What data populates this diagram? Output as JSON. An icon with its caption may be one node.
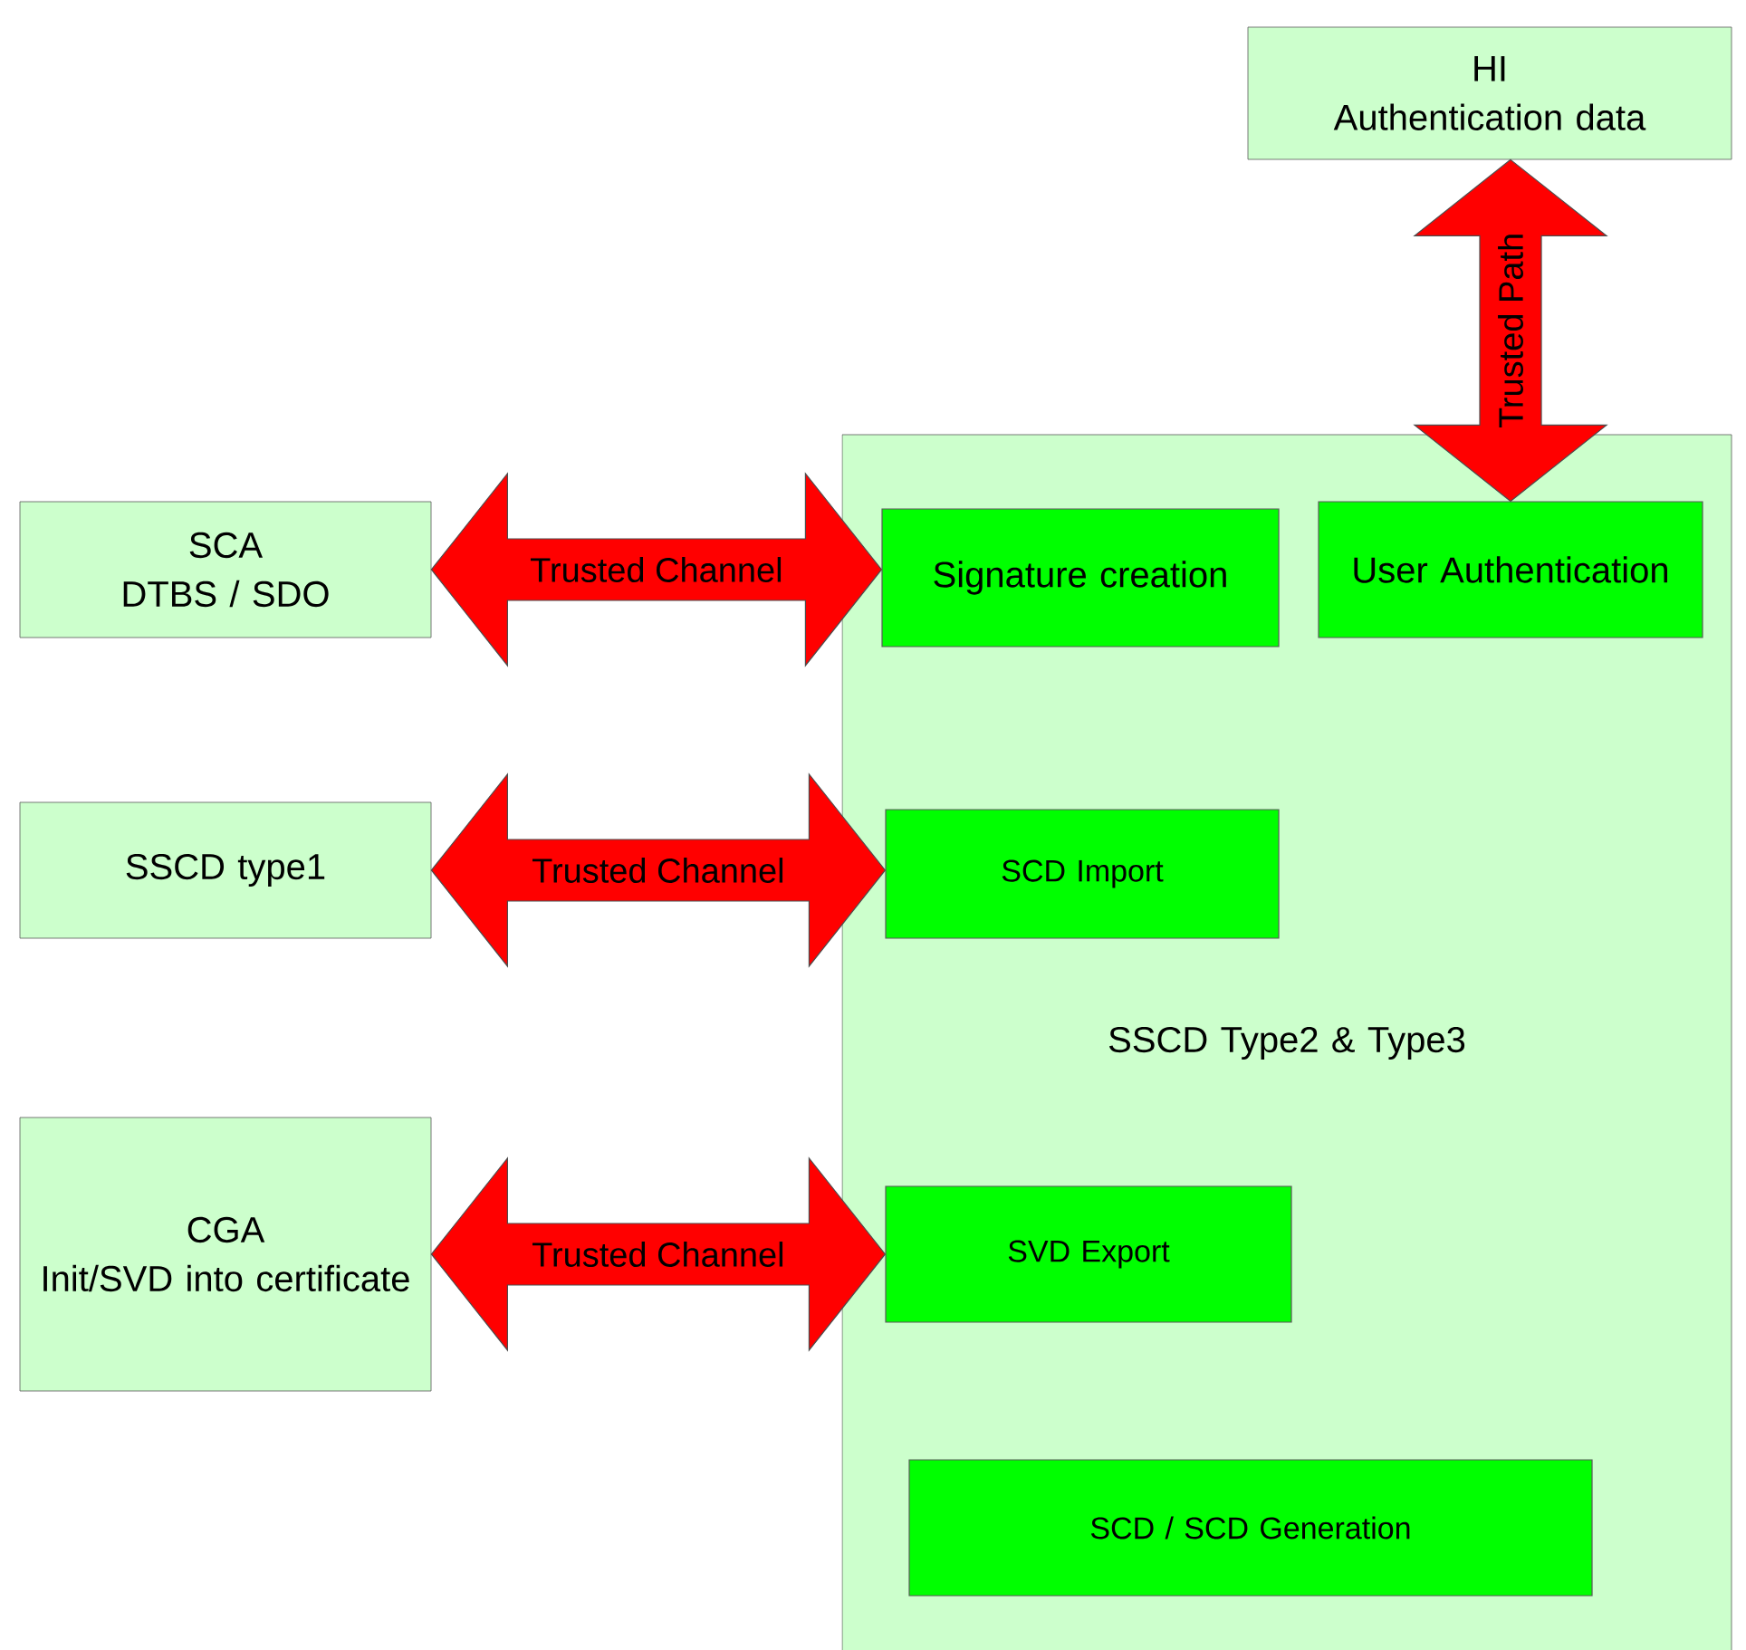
{
  "diagram": {
    "nodes": [
      {
        "text": [
          "HI",
          "Authentication data"
        ]
      },
      {
        "text": [
          "SSCD Type2 & Type3"
        ]
      },
      {
        "text": [
          "Signature creation"
        ],
        "in": 1
      },
      {
        "text": [
          "User Authentication"
        ],
        "in": 1
      },
      {
        "text": [
          "SCA",
          "DTBS / SDO"
        ]
      },
      {
        "text": [
          "SSCD type1"
        ]
      },
      {
        "text": [
          "SCD Import"
        ],
        "in": 1
      },
      {
        "text": [
          "CGA",
          "Init/SVD into certificate"
        ]
      },
      {
        "text": [
          "SVD Export"
        ],
        "in": 1
      },
      {
        "text": [
          "SCD / SCD Generation"
        ],
        "in": 1
      }
    ],
    "edges": [
      {
        "from": 0,
        "to": 3,
        "arrow": "both",
        "label": "Trusted Path"
      },
      {
        "from": 4,
        "to": 2,
        "arrow": "both",
        "label": "Trusted Channel"
      },
      {
        "from": 5,
        "to": 6,
        "arrow": "both",
        "label": "Trusted Channel"
      },
      {
        "from": 7,
        "to": 8,
        "arrow": "both",
        "label": "Trusted Channel"
      }
    ]
  }
}
